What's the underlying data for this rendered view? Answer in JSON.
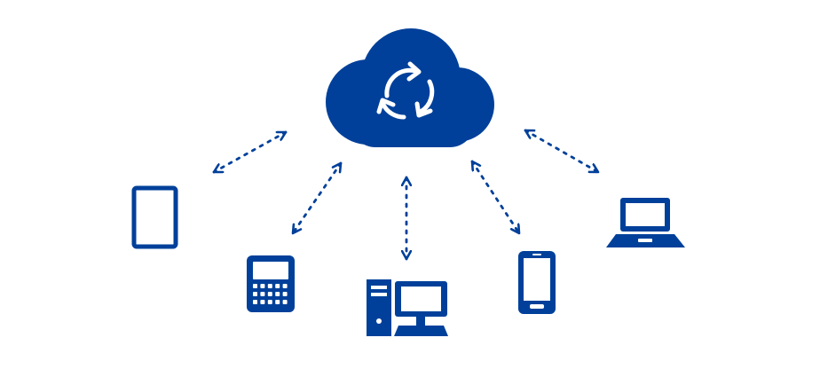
{
  "diagram": {
    "colors": {
      "primary": "#00409a",
      "background": "#ffffff",
      "icon_detail": "#ffffff"
    },
    "hub": {
      "icon": "cloud-sync-icon"
    },
    "devices": [
      {
        "id": "tablet",
        "icon": "tablet-icon"
      },
      {
        "id": "blackberry-phone",
        "icon": "keyboard-phone-icon"
      },
      {
        "id": "desktop-computer",
        "icon": "desktop-computer-icon"
      },
      {
        "id": "smartphone",
        "icon": "smartphone-icon"
      },
      {
        "id": "laptop",
        "icon": "laptop-icon"
      }
    ],
    "connections": [
      {
        "from": "cloud",
        "to": "tablet",
        "style": "dotted",
        "arrows": "both"
      },
      {
        "from": "cloud",
        "to": "blackberry-phone",
        "style": "dotted",
        "arrows": "both"
      },
      {
        "from": "cloud",
        "to": "desktop-computer",
        "style": "dotted",
        "arrows": "both"
      },
      {
        "from": "cloud",
        "to": "smartphone",
        "style": "dotted",
        "arrows": "both"
      },
      {
        "from": "cloud",
        "to": "laptop",
        "style": "dotted",
        "arrows": "both"
      }
    ]
  }
}
